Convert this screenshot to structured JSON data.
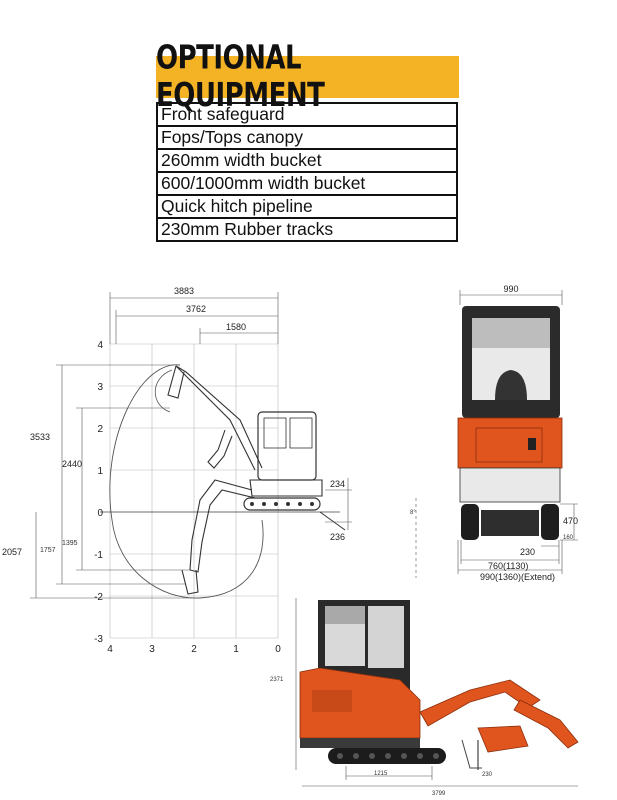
{
  "title": "OPTIONAL EQUIPMENT",
  "items": [
    "Front safeguard",
    "Fops/Tops canopy",
    "260mm width bucket",
    "600/1000mm width bucket",
    "Quick hitch pipeline",
    "230mm Rubber tracks"
  ],
  "side_view": {
    "dims": {
      "d3883": "3883",
      "d3762": "3762",
      "d1580": "1580",
      "d3533": "3533",
      "d2440": "2440",
      "d2057": "2057",
      "d1757": "1757",
      "d1395": "1395",
      "d234": "234",
      "d236": "236"
    },
    "y_ticks": [
      "4",
      "3",
      "2",
      "1",
      "0",
      "-1",
      "-2",
      "-3"
    ],
    "x_ticks": [
      "4",
      "3",
      "2",
      "1",
      "0"
    ]
  },
  "front_view": {
    "dims": {
      "d990": "990",
      "d470": "470",
      "d230": "230",
      "d760": "760(1130)",
      "d990ext": "990(1360)(Extend)",
      "angle": "8°",
      "d160": "160"
    }
  },
  "rear_view": {
    "dims": {
      "d2371": "2371",
      "d1215": "1215",
      "d3799": "3799",
      "d230": "230"
    }
  },
  "colors": {
    "banner": "#f4b225",
    "machine": "#e0541e",
    "cab": "#222222"
  }
}
